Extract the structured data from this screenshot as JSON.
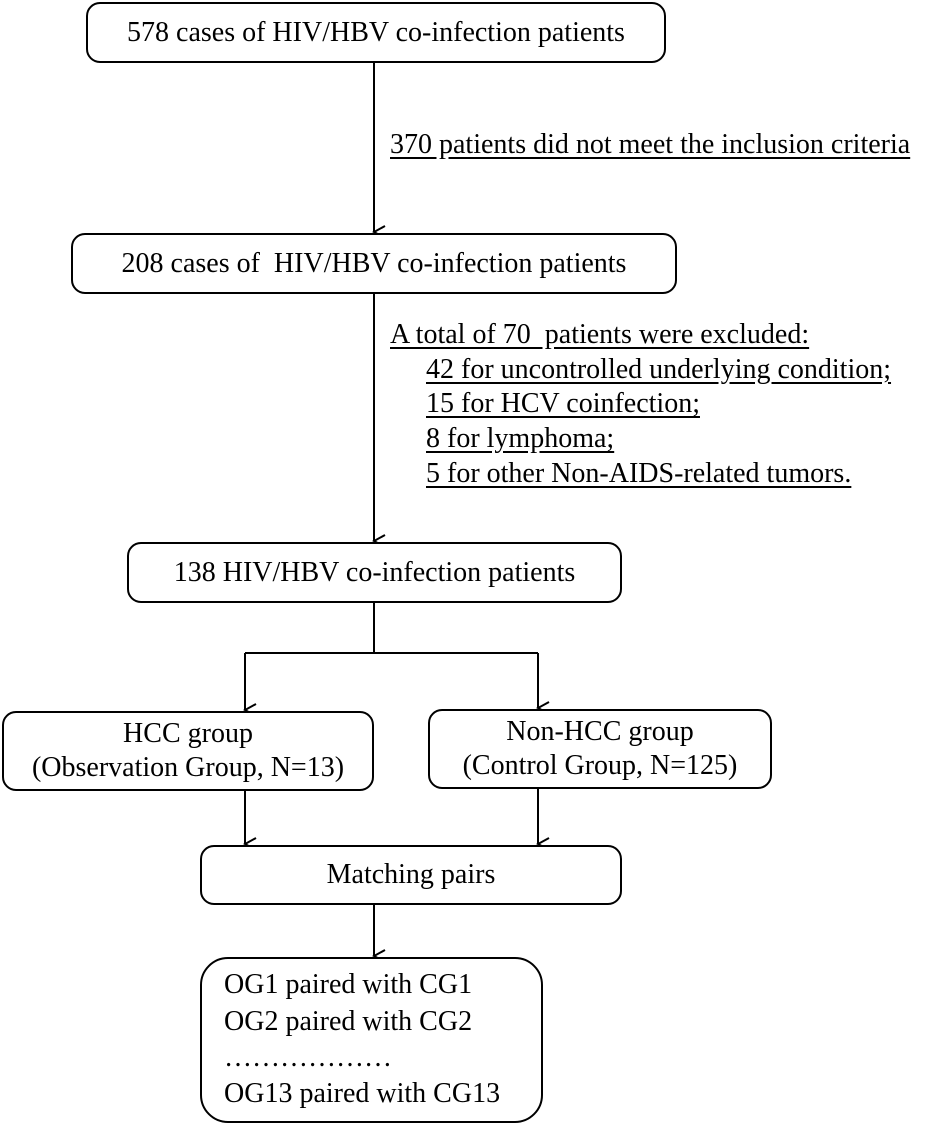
{
  "boxes": {
    "initial": "578 cases of HIV/HBV co-infection patients",
    "after_inclusion": "208 cases of  HIV/HBV co-infection patients",
    "after_exclusion": "138 HIV/HBV co-infection patients",
    "hcc_group": {
      "line1": "HCC group",
      "line2": "(Observation Group, N=13)"
    },
    "non_hcc_group": {
      "line1": "Non-HCC group",
      "line2": "(Control Group, N=125)"
    },
    "matching": "Matching pairs",
    "pairs": [
      "OG1 paired with CG1",
      "OG2 paired with CG2",
      "………………",
      "OG13 paired with CG13"
    ]
  },
  "notes": {
    "inclusion": "370 patients did not meet the inclusion criteria",
    "exclusion_header": "A total of 70  patients were excluded:",
    "exclusion_items": [
      "42 for uncontrolled underlying condition;",
      "15 for HCV coinfection;",
      "8 for lymphoma;",
      "5 for other Non-AIDS-related tumors."
    ]
  }
}
